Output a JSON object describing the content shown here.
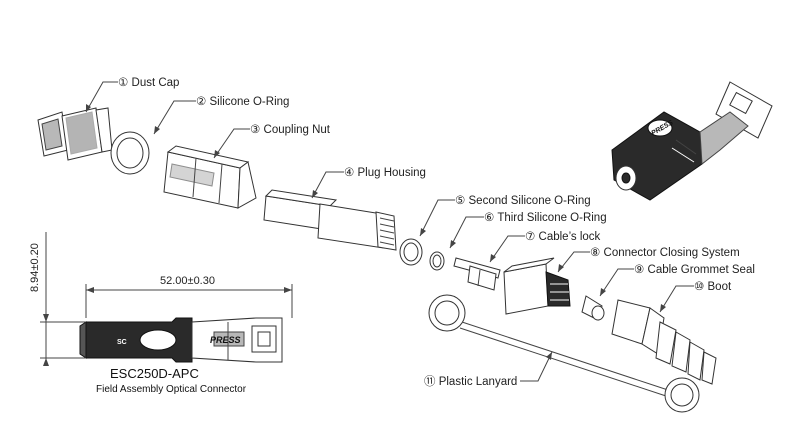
{
  "callouts": [
    {
      "num": "①",
      "label": "Dust Cap"
    },
    {
      "num": "②",
      "label": "Silicone O-Ring"
    },
    {
      "num": "③",
      "label": "Coupling Nut"
    },
    {
      "num": "④",
      "label": "Plug Housing"
    },
    {
      "num": "⑤",
      "label": "Second Silicone O-Ring"
    },
    {
      "num": "⑥",
      "label": "Third Silicone O-Ring"
    },
    {
      "num": "⑦",
      "label": "Cable’s lock"
    },
    {
      "num": "⑧",
      "label": "Connector Closing System"
    },
    {
      "num": "⑨",
      "label": "Cable Grommet Seal"
    },
    {
      "num": "⑩",
      "label": "Boot"
    },
    {
      "num": "⑪",
      "label": "Plastic Lanyard"
    }
  ],
  "dimensions": {
    "length": "52.00±0.30",
    "height": "8.94±0.20"
  },
  "product": {
    "model": "ESC250D-APC",
    "subtitle": "Field Assembly Optical Connector",
    "press_label": "PRESS"
  }
}
